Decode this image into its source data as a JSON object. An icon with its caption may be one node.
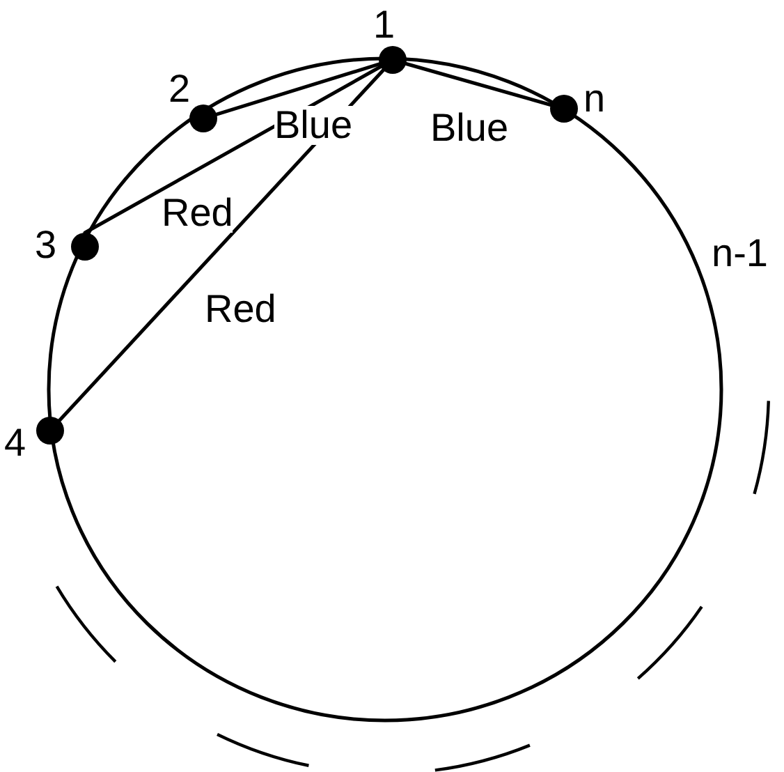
{
  "diagram": {
    "nodes": [
      {
        "text": [],
        "shape": "circle",
        "beside": [
          "1"
        ]
      },
      {
        "text": [],
        "shape": "circle",
        "beside": [
          "2"
        ]
      },
      {
        "text": [],
        "shape": "circle",
        "beside": [
          "3"
        ]
      },
      {
        "text": [],
        "shape": "circle",
        "beside": [
          "4"
        ]
      },
      {
        "text": [],
        "shape": "circle",
        "beside": [
          "n"
        ]
      }
    ],
    "edges": [
      {
        "from": 0,
        "to": 1,
        "arrow": "none",
        "label": "Blue"
      },
      {
        "from": 0,
        "to": 2,
        "arrow": "none",
        "label": "Red"
      },
      {
        "from": 0,
        "to": 3,
        "arrow": "none",
        "label": "Red"
      },
      {
        "from": 0,
        "to": 4,
        "arrow": "none",
        "label": "Blue"
      }
    ],
    "labels": [
      "n-1"
    ]
  }
}
